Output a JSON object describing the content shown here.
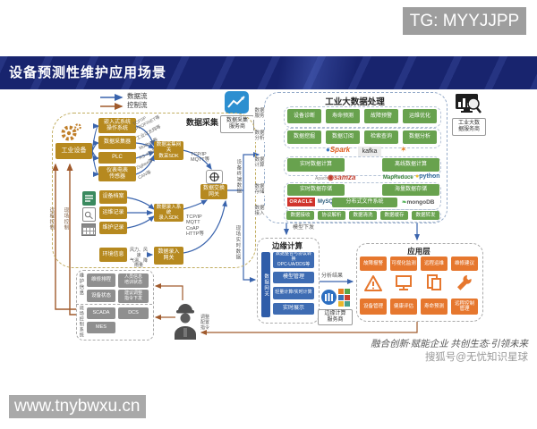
{
  "badge": "TG: MYYJJPP",
  "header": {
    "title": "设备预测性维护应用场景"
  },
  "legend": {
    "data_flow": "数据流",
    "control_flow": "控制流"
  },
  "providers": {
    "collect": "数据采集\n服务商",
    "bigdata": "工业大数\n据服务商",
    "edge": "边缘计算\n服务商"
  },
  "collect": {
    "title": "数据采集",
    "equipment": "工业设备",
    "devices": [
      "嵌入式系统\n操作系统",
      "数据采集器",
      "PLC",
      "仪表电表\n传感器"
    ],
    "protocols": [
      "TCP/IP\nPROFINET等",
      "工业以太网等",
      "Modbus等",
      "RS-485等",
      "Zigbee等",
      "CAN等"
    ],
    "gateway": "数据采集网关\n数采SDK",
    "records": [
      "设备档案",
      "运维记录",
      "维护记录"
    ],
    "entry_sys": "数据录入系统\n录入SDK",
    "env": "环境信息",
    "env_detail": "风力、风速\n气温、降雨量",
    "entry_gw": "数据录入\n网关",
    "exchange": "数据交换\n网关",
    "proto_up": "TCP/IP\nMQTT等",
    "proto_down": "TCP/IP\nMQTT\nCoAP\nHTTP等"
  },
  "flows": {
    "device_data": "设备终端数据",
    "site_data": "现场实时数据",
    "model_down": "模型下发",
    "result": "分析结果",
    "remote_ctl": "远程控制",
    "site_ctl": "现场控制",
    "worker_note": "调整\n配置\n指令"
  },
  "bigdata": {
    "title": "工业大数据处理",
    "layers": [
      "数据\n服务",
      "数据\n分析",
      "数据\n计算",
      "数据\n存储",
      "数据\n接入"
    ],
    "service": [
      "设备诊断",
      "寿命预测",
      "故障预警",
      "运维优化"
    ],
    "analysis": [
      "数据挖掘",
      "数据订阅",
      "检索查询",
      "数据分析"
    ],
    "compute": [
      "实时数据计算",
      "离线数据计算"
    ],
    "storage": [
      "实时数据存储",
      "海量数据存储"
    ],
    "fs": "分布式文件系统",
    "access": [
      "数据接收",
      "协议解析",
      "数据清洗",
      "数据缓存",
      "数据转发"
    ],
    "logos": {
      "spark": "Spark",
      "kafka": "kafka",
      "apache": "Apache",
      "samza": "samza",
      "mapreduce": "MapReduce",
      "python": "python",
      "oracle": "ORACLE",
      "mysql": "MySQL",
      "mongodb": "mongoDB"
    }
  },
  "edge": {
    "title": "边缘计算",
    "bar": "数据网关",
    "boxes": [
      "数据整合与协议转换\nOPC-UA/DDS等",
      "模型管理",
      "轻量计算/实时计算",
      "实时展示"
    ]
  },
  "apps": {
    "title": "应用层",
    "row1": [
      "故障报警",
      "可视化监测",
      "远程运维",
      "维修建议"
    ],
    "row2": [
      "设备管理",
      "健康评估",
      "寿命预测",
      "远程控制\n管理"
    ]
  },
  "field": {
    "maint_label": "维护信息",
    "maint": [
      "维修排程",
      "人员信息\n培训状态",
      "设备状态",
      "建议调整\n指令下发"
    ],
    "ctl_label": "现场控制系统",
    "ctl": [
      "SCADA",
      "DCS",
      "MES"
    ]
  },
  "footer": {
    "slogan": "融合创新·赋能企业  共创生态·引领未来",
    "account": "搜狐号@无忧知识星球",
    "watermark": "www.tnybwxu.cn"
  }
}
